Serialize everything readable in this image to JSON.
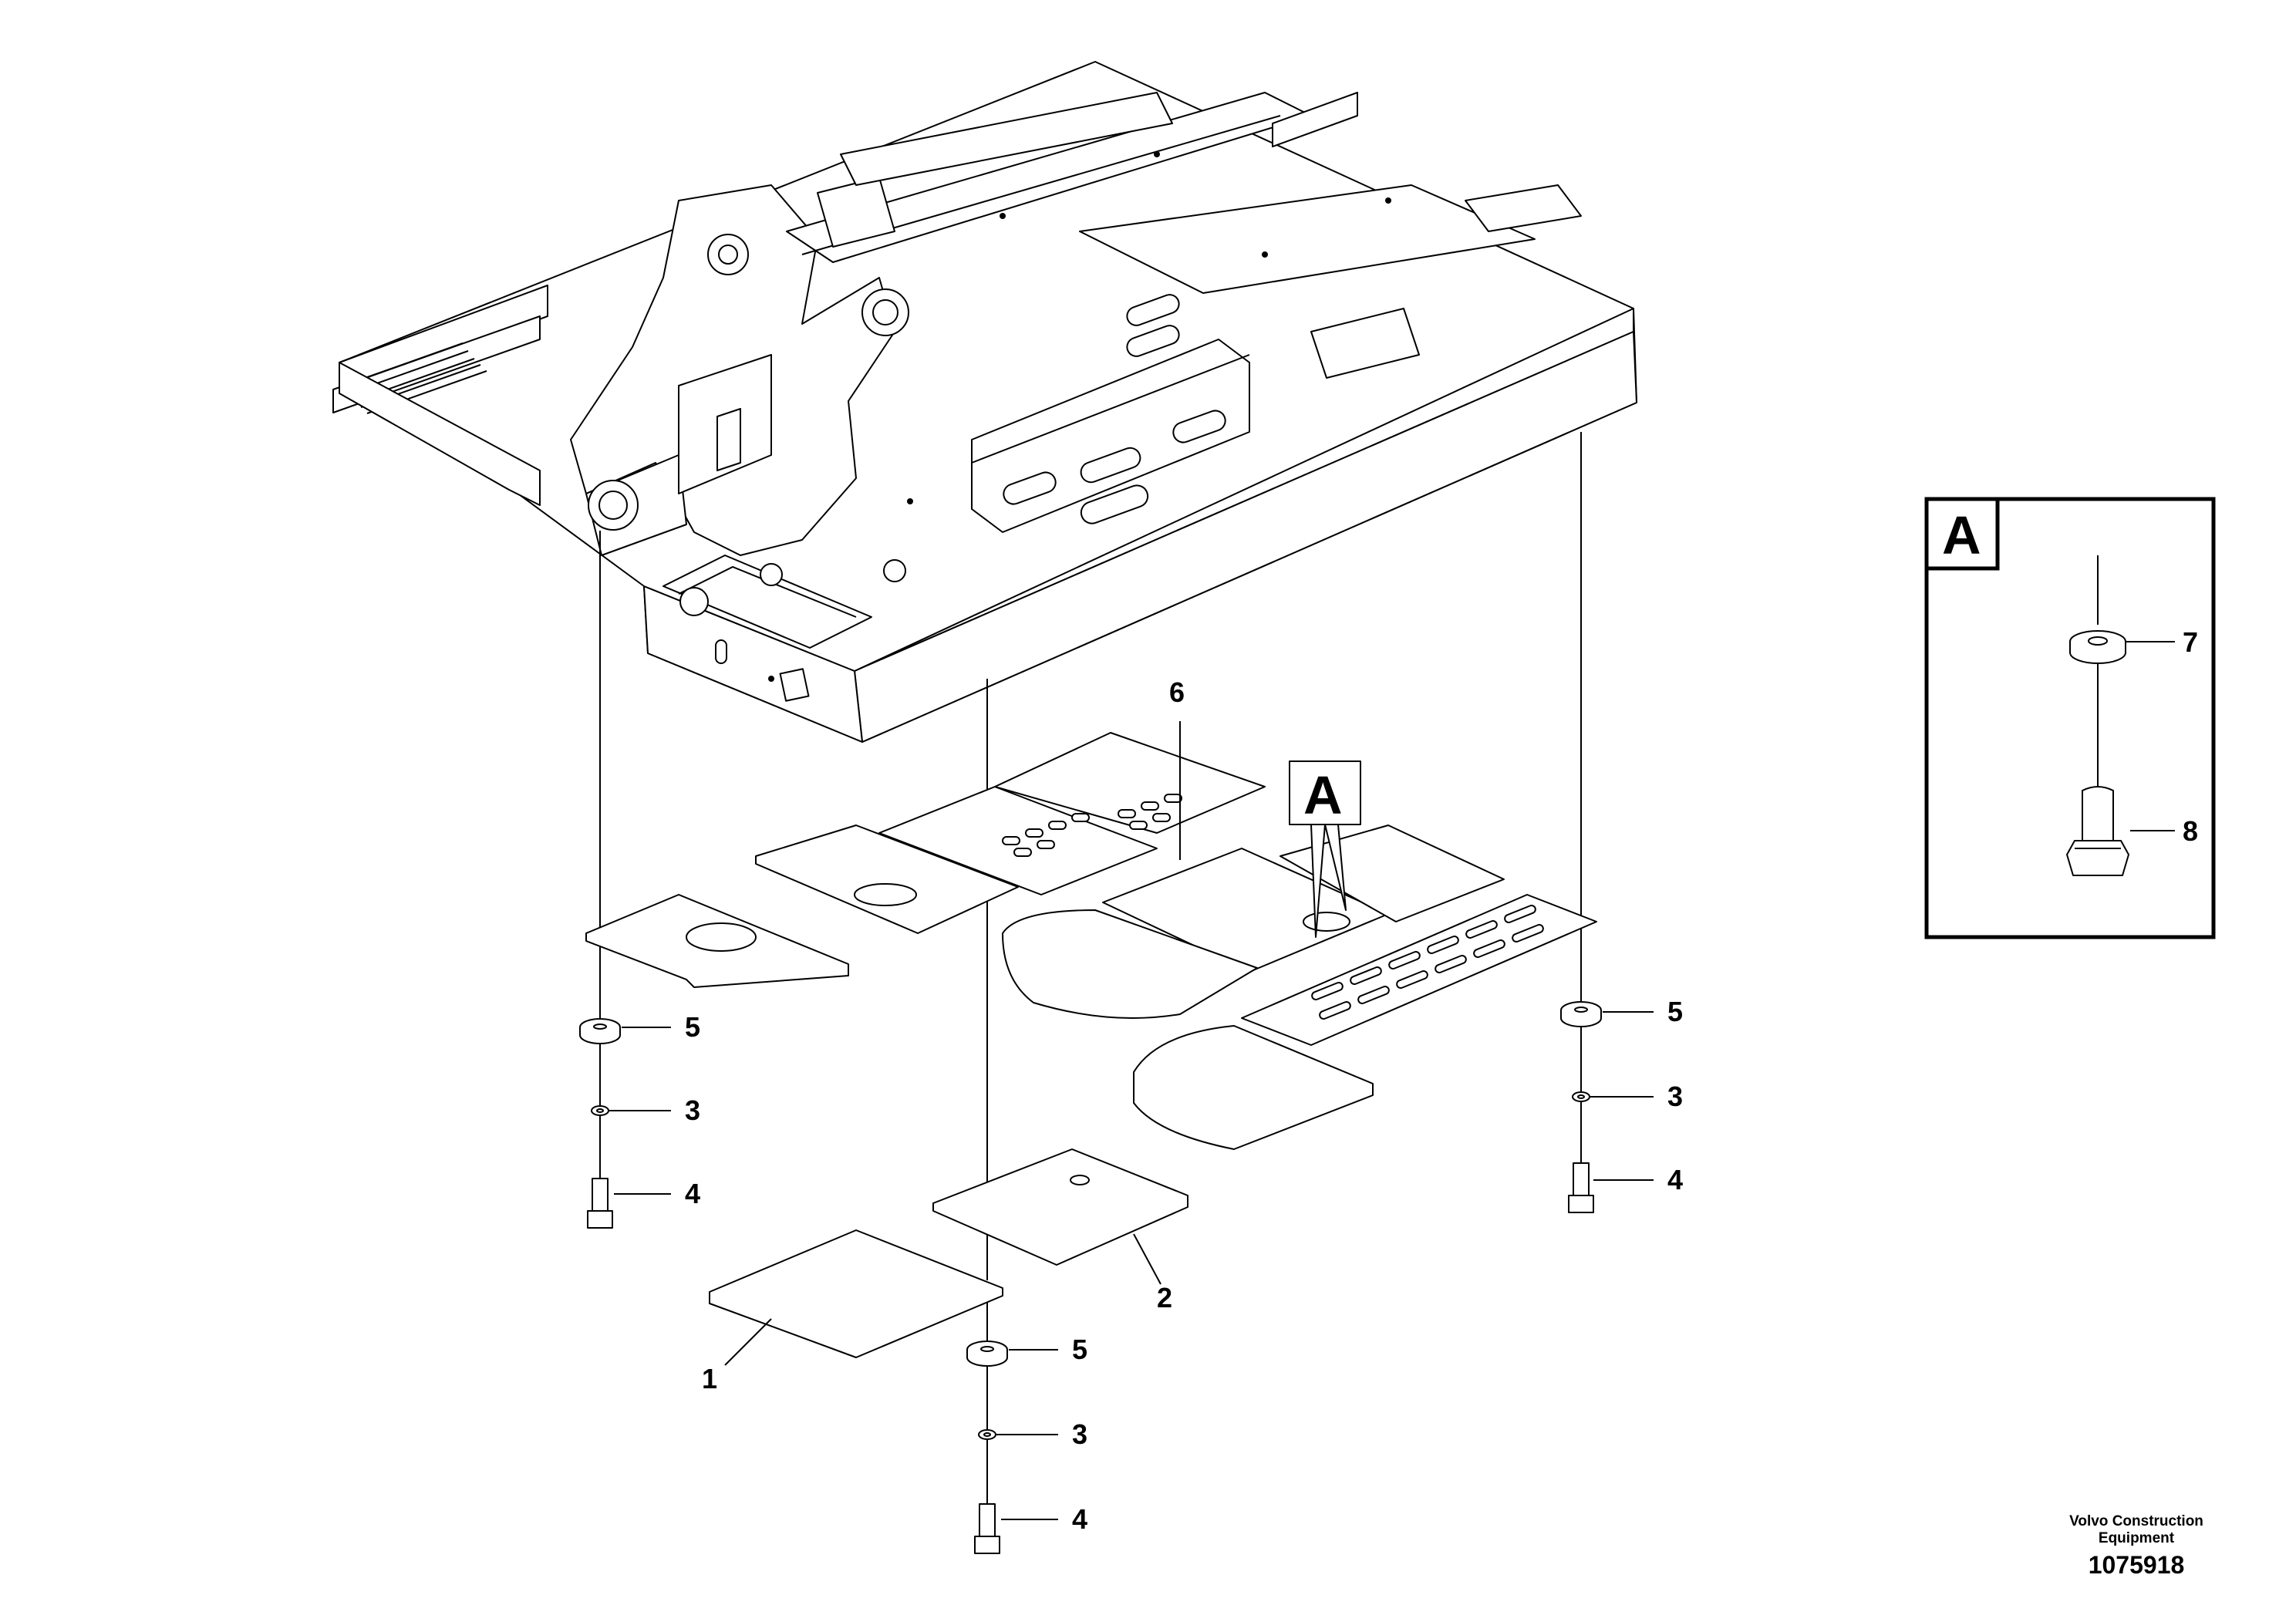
{
  "callouts": {
    "c1": "1",
    "c2": "2",
    "c3a": "3",
    "c3b": "3",
    "c3c": "3",
    "c4a": "4",
    "c4b": "4",
    "c4c": "4",
    "c5a": "5",
    "c5b": "5",
    "c5c": "5",
    "c6": "6",
    "c7": "7",
    "c8": "8"
  },
  "detail_label": "A",
  "detail_pointer_label": "A",
  "publisher": "Volvo Construction Equipment",
  "document_number": "1075918"
}
